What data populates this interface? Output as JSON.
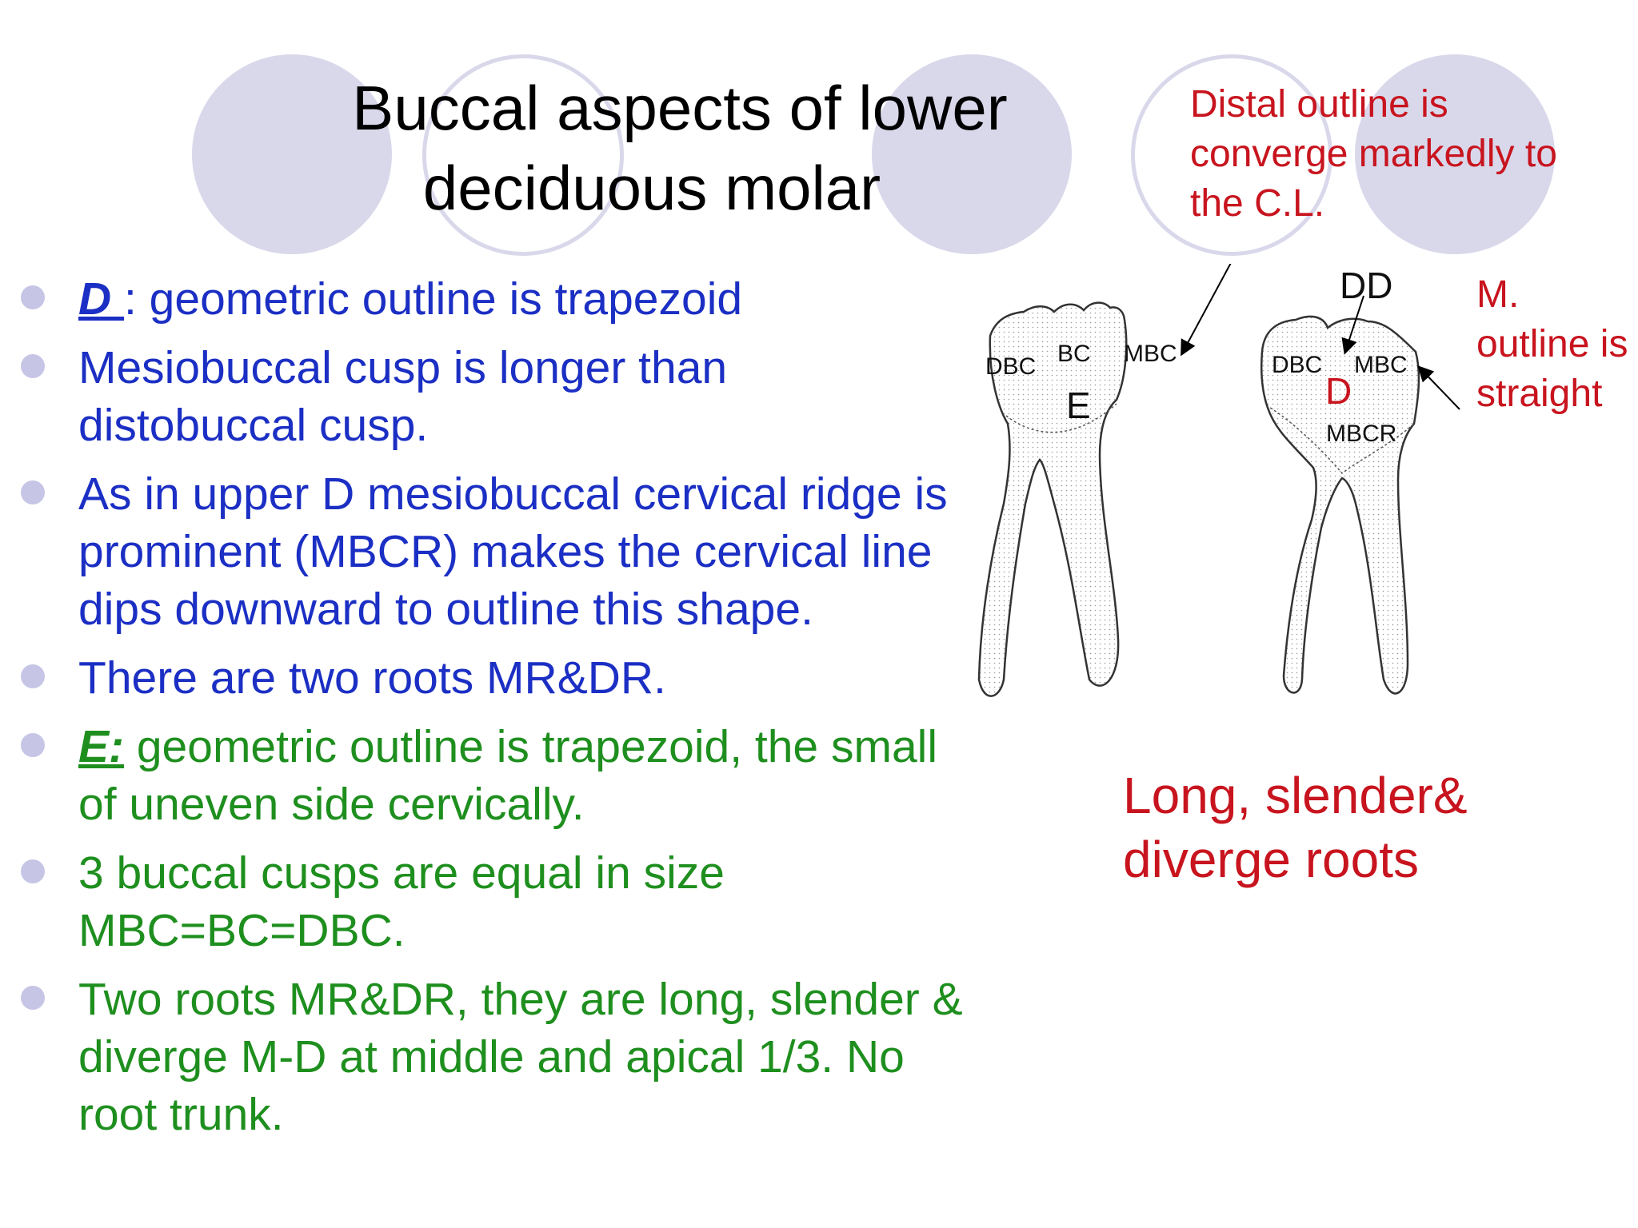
{
  "title": {
    "line1": "Buccal aspects of lower",
    "line2": "deciduous  molar"
  },
  "bullets": [
    {
      "lead": "D ",
      "text": ": geometric outline is trapezoid",
      "color": "blue"
    },
    {
      "lead": "",
      "text": "Mesiobuccal cusp is longer than distobuccal cusp.",
      "color": "blue"
    },
    {
      "lead": "",
      "text": "As in upper D mesiobuccal cervical ridge is prominent (MBCR) makes the cervical line dips downward to outline this shape.",
      "color": "blue"
    },
    {
      "lead": "",
      "text": "There are two roots MR&DR.",
      "color": "blue"
    },
    {
      "lead": "E:",
      "text": " geometric outline is trapezoid, the small of uneven side cervically.",
      "color": "green"
    },
    {
      "lead": "",
      "text": "3 buccal cusps are equal in size MBC=BC=DBC.",
      "color": "green"
    },
    {
      "lead": "",
      "text": "Two roots MR&DR, they are long, slender & diverge M-D at middle and apical 1/3. No root trunk.",
      "color": "green"
    }
  ],
  "figure": {
    "tooth_e": {
      "letter": "E",
      "labels": {
        "dbc": "DBC",
        "bc": "BC",
        "mbc": "MBC"
      }
    },
    "tooth_d": {
      "letter": "D",
      "labels": {
        "dbc": "DBC",
        "mbc": "MBC",
        "mbcr": "MBCR",
        "dd": "DD"
      }
    }
  },
  "notes": {
    "distal": "Distal outline is converge markedly to the C.L.",
    "mesial": "M. outline is straight"
  },
  "caption": "Long, slender& diverge roots",
  "colors": {
    "blue": "#1b2fc4",
    "green": "#1e8f1e",
    "red": "#c8141e",
    "deco": "#d9d8eb"
  }
}
